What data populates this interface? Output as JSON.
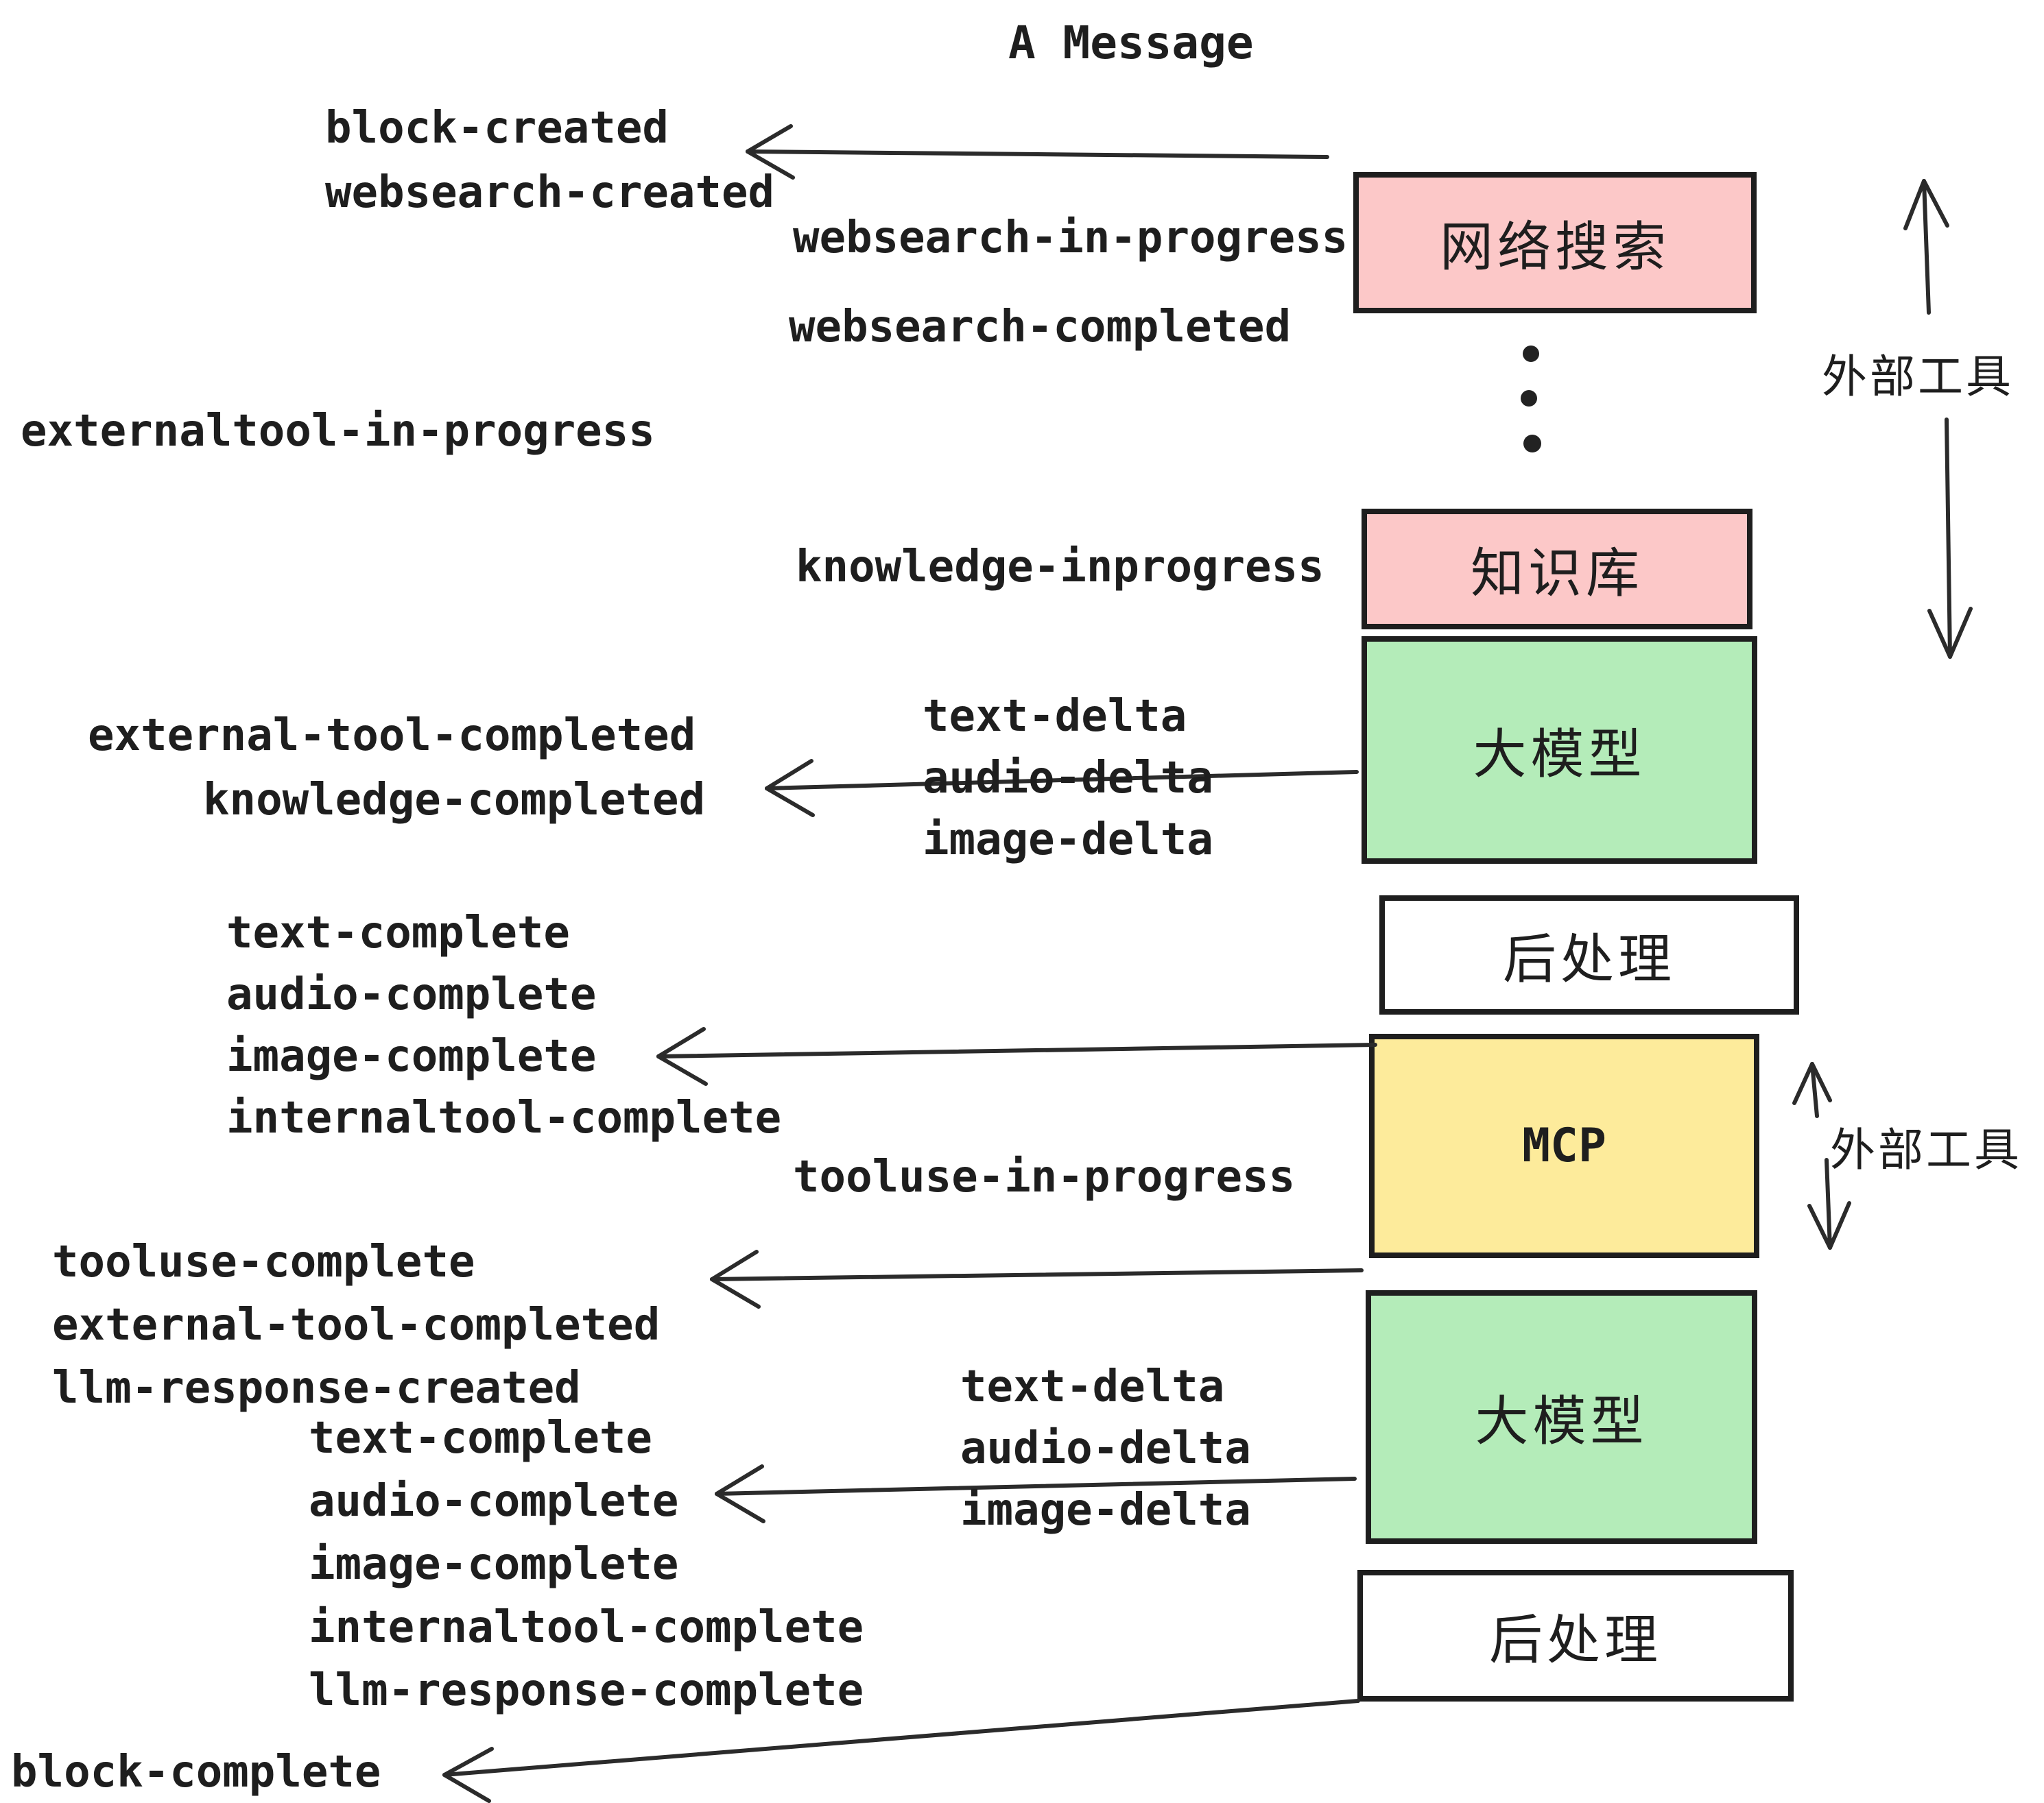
{
  "title": "A Message",
  "events": {
    "block_created": "block-created",
    "websearch_created": "websearch-created",
    "websearch_in_progress": "websearch-in-progress",
    "websearch_completed": "websearch-completed",
    "externaltool_in_progress": "externaltool-in-progress",
    "knowledge_inprogress": "knowledge-inprogress",
    "external_tool_completed": "external-tool-completed",
    "knowledge_completed": "knowledge-completed",
    "delta_group_1": [
      "text-delta",
      "audio-delta",
      "image-delta"
    ],
    "complete_group_1": [
      "text-complete",
      "audio-complete",
      "image-complete",
      "internaltool-complete"
    ],
    "tooluse_in_progress": "tooluse-in-progress",
    "tooluse_complete": "tooluse-complete",
    "external_tool_completed_2": "external-tool-completed",
    "llm_response_created": "llm-response-created",
    "delta_group_2": [
      "text-delta",
      "audio-delta",
      "image-delta"
    ],
    "complete_group_2": [
      "text-complete",
      "audio-complete",
      "image-complete",
      "internaltool-complete",
      "llm-response-complete"
    ],
    "block_complete": "block-complete"
  },
  "boxes": [
    {
      "id": "websearch",
      "label": "网络搜索",
      "color": "#fcc8c8"
    },
    {
      "id": "knowledge",
      "label": "知识库",
      "color": "#fcc8c8"
    },
    {
      "id": "llm-1",
      "label": "大模型",
      "color": "#b4ecb9"
    },
    {
      "id": "post-1",
      "label": "后处理",
      "color": "#ffffff"
    },
    {
      "id": "mcp",
      "label": "MCP",
      "color": "#fdeb9b"
    },
    {
      "id": "llm-2",
      "label": "大模型",
      "color": "#b4ecb9"
    },
    {
      "id": "post-2",
      "label": "后处理",
      "color": "#ffffff"
    }
  ],
  "side_labels": {
    "external_tools_1": "外部工具",
    "external_tools_2": "外部工具"
  },
  "colors": {
    "pink": "#fcc8c8",
    "green": "#b4ecb9",
    "yellow": "#fdeb9b",
    "ink": "#1e1e1e"
  }
}
